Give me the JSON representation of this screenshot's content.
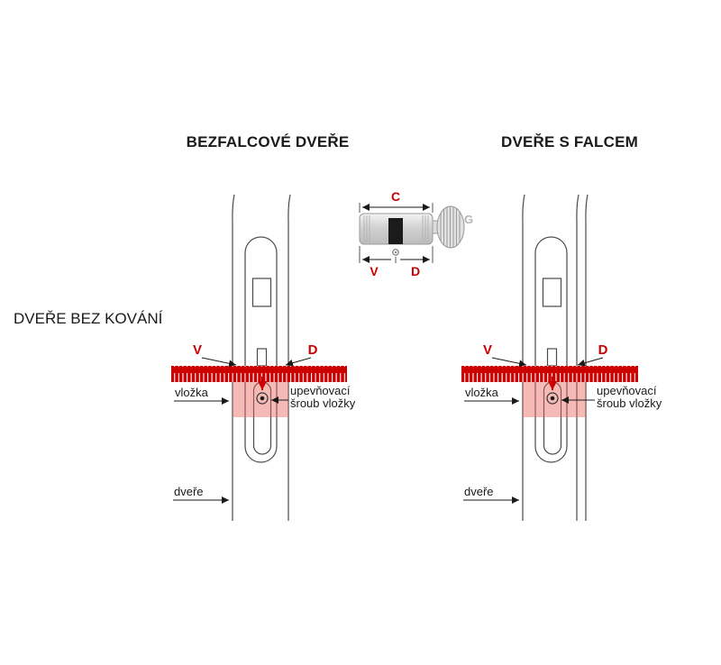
{
  "headings": {
    "left": "BEZFALCOVÉ DVEŘE",
    "right": "DVEŘE S FALCEM",
    "side": "DVEŘE BEZ KOVÁNÍ"
  },
  "colors": {
    "accent_red": "#cc0000",
    "highlight_pink": "#f2998f",
    "line": "#4a4a4a",
    "knob_gray": "#b5b5b5"
  },
  "cylinder_diagram": {
    "dim_c": "C",
    "dim_v": "V",
    "dim_d": "D",
    "knob_g": "G"
  },
  "left_diagram": {
    "dim_v": "V",
    "dim_d": "D",
    "vlozka": "vložka",
    "screw_line1": "upevňovací",
    "screw_line2": "šroub vložky",
    "door": "dveře"
  },
  "right_diagram": {
    "dim_v": "V",
    "dim_d": "D",
    "vlozka": "vložka",
    "screw_line1": "upevňovací",
    "screw_line2": "šroub vložky",
    "door": "dveře"
  }
}
